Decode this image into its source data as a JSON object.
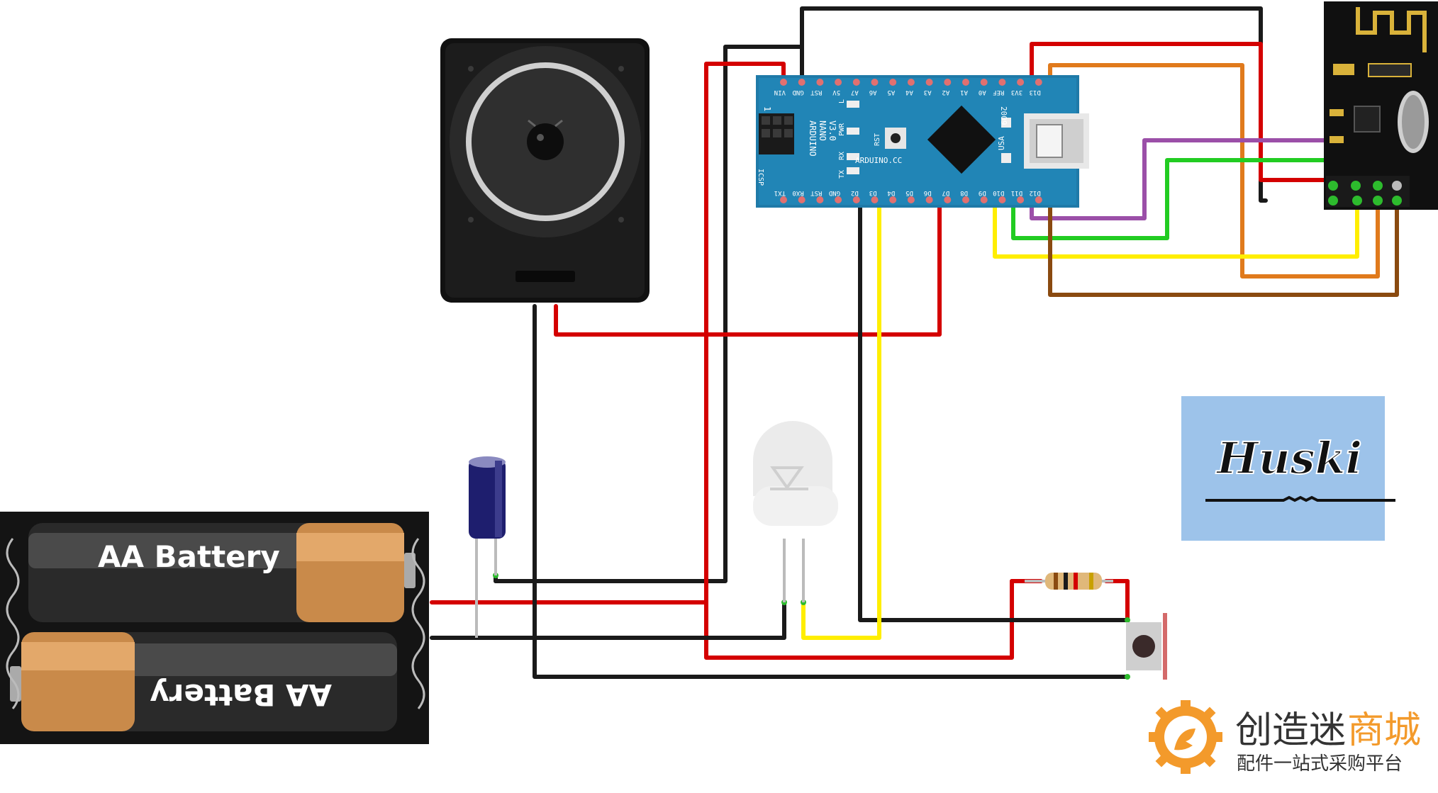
{
  "colors": {
    "wire_red": "#d40000",
    "wire_black": "#1a1a1a",
    "wire_yellow": "#ffee00",
    "wire_green": "#22cc22",
    "wire_purple": "#9b4fa8",
    "wire_orange": "#e07a1c",
    "wire_brown": "#8a4a10",
    "board_blue": "#1f7aa8",
    "logo_bg": "#9dc3ea",
    "brand_orange": "#f39a2b"
  },
  "arduino": {
    "name_lines": [
      "ARDUINO",
      "NANO",
      "V3.0"
    ],
    "brand": "ARDUINO.CC",
    "year": "2009",
    "usa": "USA",
    "rst": "RST",
    "icsp": "ICSP",
    "one": "1",
    "led_labels": [
      "L",
      "PWR",
      "RX",
      "TX"
    ],
    "top_pins": [
      "VIN",
      "GND",
      "RST",
      "5V",
      "A7",
      "A6",
      "A5",
      "A4",
      "A3",
      "A2",
      "A1",
      "A0",
      "REF",
      "3V3",
      "D13"
    ],
    "bottom_pins": [
      "TX1",
      "RX0",
      "RST",
      "GND",
      "D2",
      "D3",
      "D4",
      "D5",
      "D6",
      "D7",
      "D8",
      "D9",
      "D10",
      "D11",
      "D12"
    ]
  },
  "battery": {
    "label_top": "AA Battery",
    "label_bottom": "AA Battery"
  },
  "logo": {
    "text": "Huski"
  },
  "brand": {
    "name_part1": "创造迷",
    "name_part2": "商城",
    "tagline": "配件一站式采购平台"
  },
  "icons": {
    "speaker": "speaker-icon",
    "led": "led-icon",
    "capacitor": "capacitor-icon",
    "resistor": "resistor-icon",
    "button": "push-button-icon",
    "radio": "nrf24-module-icon",
    "gear": "gear-icon"
  }
}
